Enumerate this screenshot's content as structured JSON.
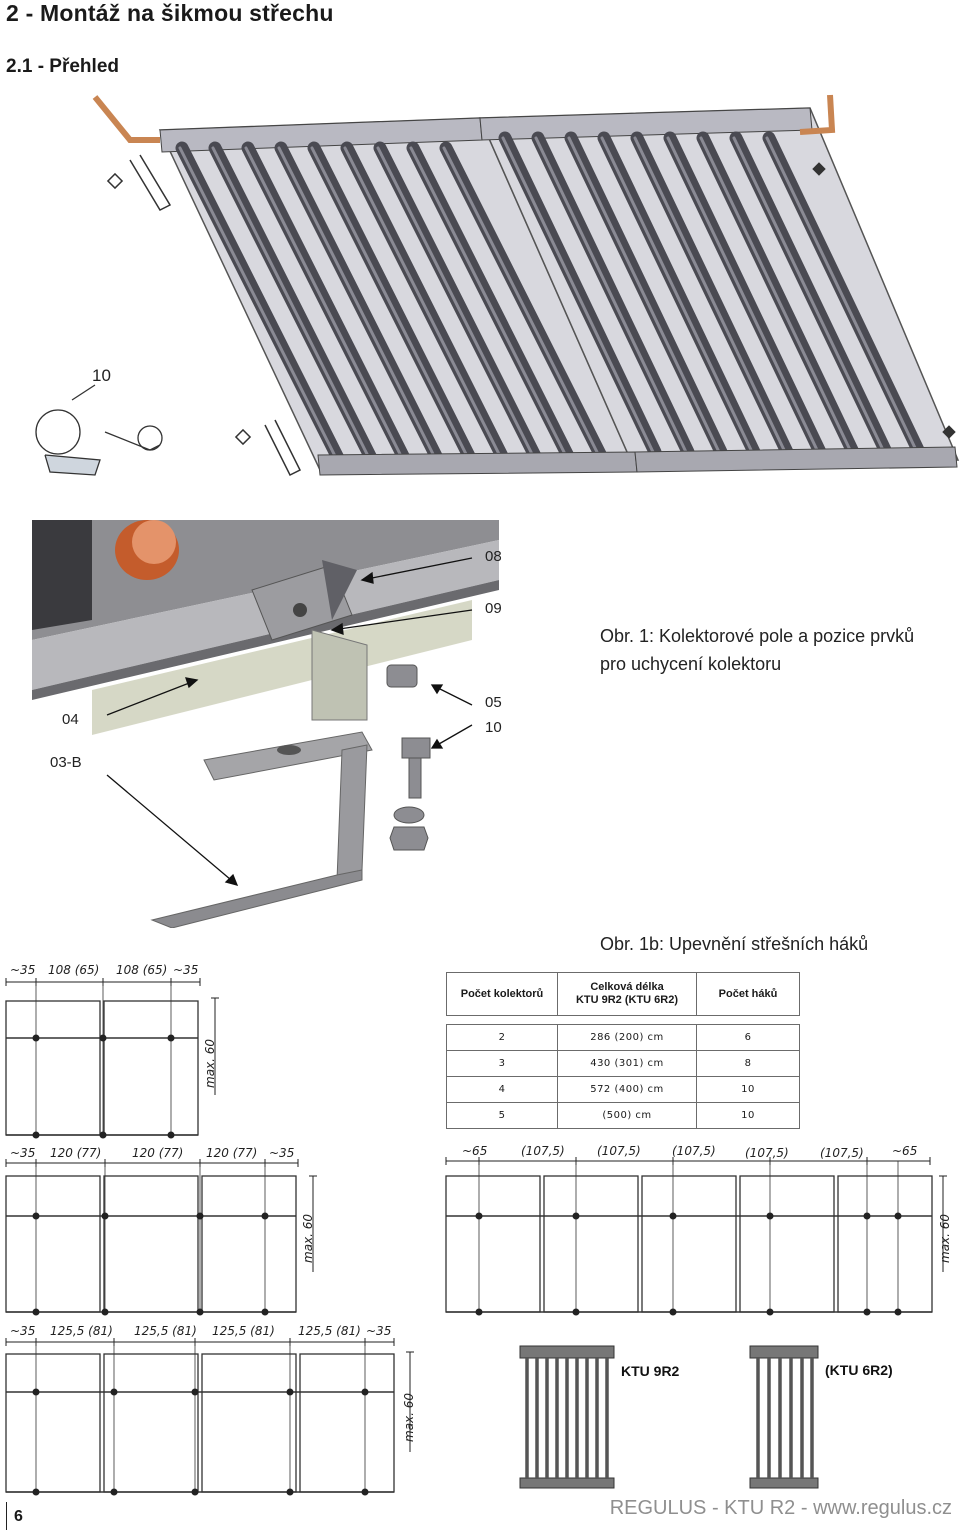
{
  "heading": {
    "section": "2 - Montáž na šikmou střechu",
    "subsection": "2.1 - Přehled"
  },
  "figures": {
    "fig1_caption_line1": "Obr. 1: Kolektorové pole a pozice prvků",
    "fig1_caption_line2": "pro uchycení kolektoru",
    "fig1b_caption": "Obr. 1b: Upevnění střešních háků",
    "callout_overview": "10",
    "callouts": [
      "08",
      "09",
      "05",
      "10",
      "04",
      "03-B"
    ]
  },
  "hooks_table": {
    "headers": [
      "Počet kolektorů",
      "Celková délka",
      "KTU 9R2 (KTU 6R2)",
      "Počet háků"
    ],
    "rows": [
      [
        "2",
        "286 (200) cm",
        "6"
      ],
      [
        "3",
        "430 (301) cm",
        "8"
      ],
      [
        "4",
        "572 (400) cm",
        "10"
      ],
      [
        "5",
        "(500) cm",
        "10"
      ]
    ]
  },
  "diagrams": {
    "d2": {
      "dims": [
        "~35",
        "108 (65)",
        "108 (65)",
        "~35"
      ],
      "height": "max. 60"
    },
    "d3": {
      "dims": [
        "~35",
        "120 (77)",
        "120 (77)",
        "120 (77)",
        "~35"
      ],
      "height": "max. 60"
    },
    "d5": {
      "dims": [
        "~65",
        "(107,5)",
        "(107,5)",
        "(107,5)",
        "(107,5)",
        "(107,5)",
        "~65"
      ],
      "height": "max. 60"
    },
    "d4": {
      "dims": [
        "~35",
        "125,5 (81)",
        "125,5 (81)",
        "125,5 (81)",
        "125,5 (81)",
        "~35"
      ],
      "height": "max. 60"
    }
  },
  "models": {
    "a": "KTU 9R2",
    "b": "(KTU 6R2)"
  },
  "footer": {
    "page": "6",
    "brand": "REGULUS - KTU R2 - www.regulus.cz"
  }
}
